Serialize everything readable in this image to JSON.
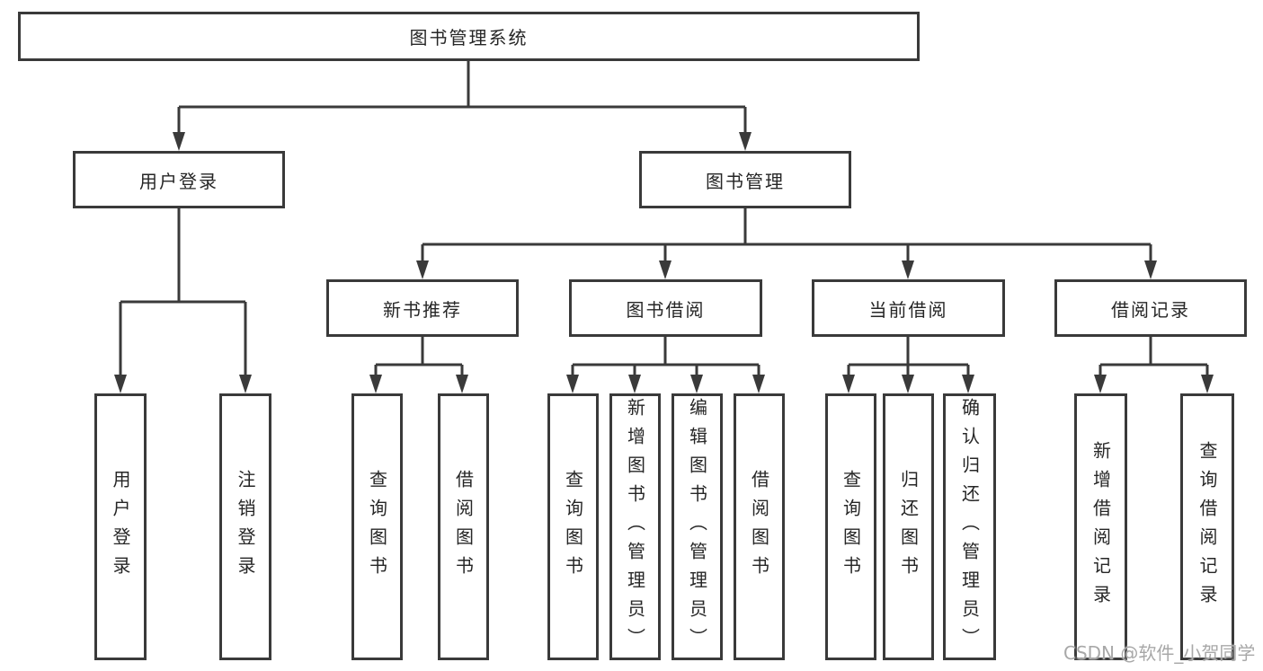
{
  "tree": {
    "root": {
      "label": "图书管理系统"
    },
    "branches": [
      {
        "label": "用户登录",
        "children": [
          {
            "label": "用户登录"
          },
          {
            "label": "注销登录"
          }
        ]
      },
      {
        "label": "图书管理",
        "children": [
          {
            "label": "新书推荐",
            "children": [
              {
                "label": "查询图书"
              },
              {
                "label": "借阅图书"
              }
            ]
          },
          {
            "label": "图书借阅",
            "children": [
              {
                "label": "查询图书"
              },
              {
                "label": "新增图书（管理员）"
              },
              {
                "label": "编辑图书（管理员）"
              },
              {
                "label": "借阅图书"
              }
            ]
          },
          {
            "label": "当前借阅",
            "children": [
              {
                "label": "查询图书"
              },
              {
                "label": "归还图书"
              },
              {
                "label": "确认归还（管理员）"
              }
            ]
          },
          {
            "label": "借阅记录",
            "children": [
              {
                "label": "新增借阅记录"
              },
              {
                "label": "查询借阅记录"
              }
            ]
          }
        ]
      }
    ]
  },
  "watermark": "CSDN @软件_小贺同学",
  "colors": {
    "line": "#3a3a3a",
    "border": "#3a3a3a",
    "text": "#262626",
    "watermark": "#a8a8a8",
    "background": "#ffffff"
  }
}
